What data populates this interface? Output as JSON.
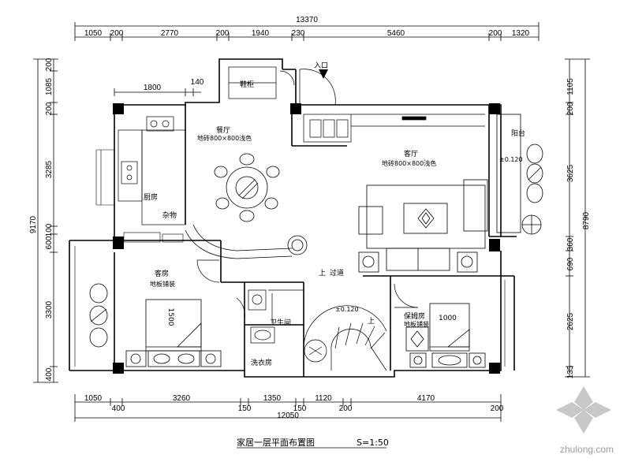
{
  "dimensions": {
    "top_total": "13370",
    "top_segments": [
      "1050",
      "200",
      "2770",
      "200",
      "1940",
      "230",
      "5460",
      "200",
      "1320"
    ],
    "top_inner": [
      "1800",
      "140"
    ],
    "bottom_total": "12050",
    "bottom_segments_row1": [
      "1050",
      "3260",
      "1350",
      "1120",
      "4170"
    ],
    "bottom_segments_row2": [
      "400",
      "150",
      "150",
      "200",
      "200"
    ],
    "left_total": "9170",
    "left_segments": [
      "200",
      "1085",
      "200",
      "3285",
      "100",
      "600",
      "3300",
      "400"
    ],
    "right_total": "8790",
    "right_segments": [
      "1105",
      "200",
      "3625",
      "360",
      "690",
      "2625",
      "135"
    ]
  },
  "rooms": {
    "entrance": "入口",
    "shoe_room": "鞋柜",
    "dining": "餐厅",
    "dining_floor": "地砖800×800浅色",
    "living": "客厅",
    "living_floor": "地砖800×800浅色",
    "balcony": "阳台",
    "kitchen": "厨房",
    "storage": "杂物",
    "guest_room": "客房",
    "guest_floor": "地板铺装",
    "bathroom": "卫生间",
    "laundry": "洗衣房",
    "nanny_room": "保姆房",
    "nanny_floor": "地板铺装",
    "stair_up": "上",
    "stair_up2": "上",
    "aisle": "过道"
  },
  "elevations": {
    "balcony": "±0.120",
    "hall": "±0.120"
  },
  "beds": {
    "guest_bed": "1500",
    "nanny_bed": "1000"
  },
  "title": {
    "text": "家居一层平面布置图",
    "scale": "S=1:50"
  },
  "watermark": "zhulong.com"
}
